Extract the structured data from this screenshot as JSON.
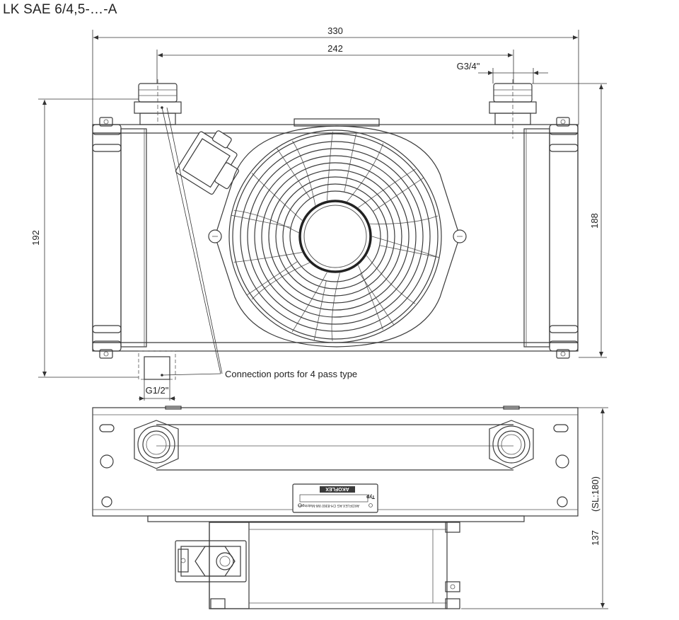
{
  "title": "LK SAE 6/4,5-…-A",
  "dimensions": {
    "overall_width": "330",
    "port_spacing": "242",
    "port_thread_top": "G3/4\"",
    "height_left": "192",
    "height_right": "188",
    "port_thread_bottom": "G1/2\"",
    "depth": "137",
    "depth_note": "(SL:180)"
  },
  "callout": "Connection ports for 4 pass type",
  "nameplate": {
    "label": "Typ",
    "maker": "AKOFLEX",
    "address": "AKOFLEX AG CH-8360 Wil-Matzingen"
  },
  "colors": {
    "line": "#3a3a3a",
    "text": "#222222"
  }
}
